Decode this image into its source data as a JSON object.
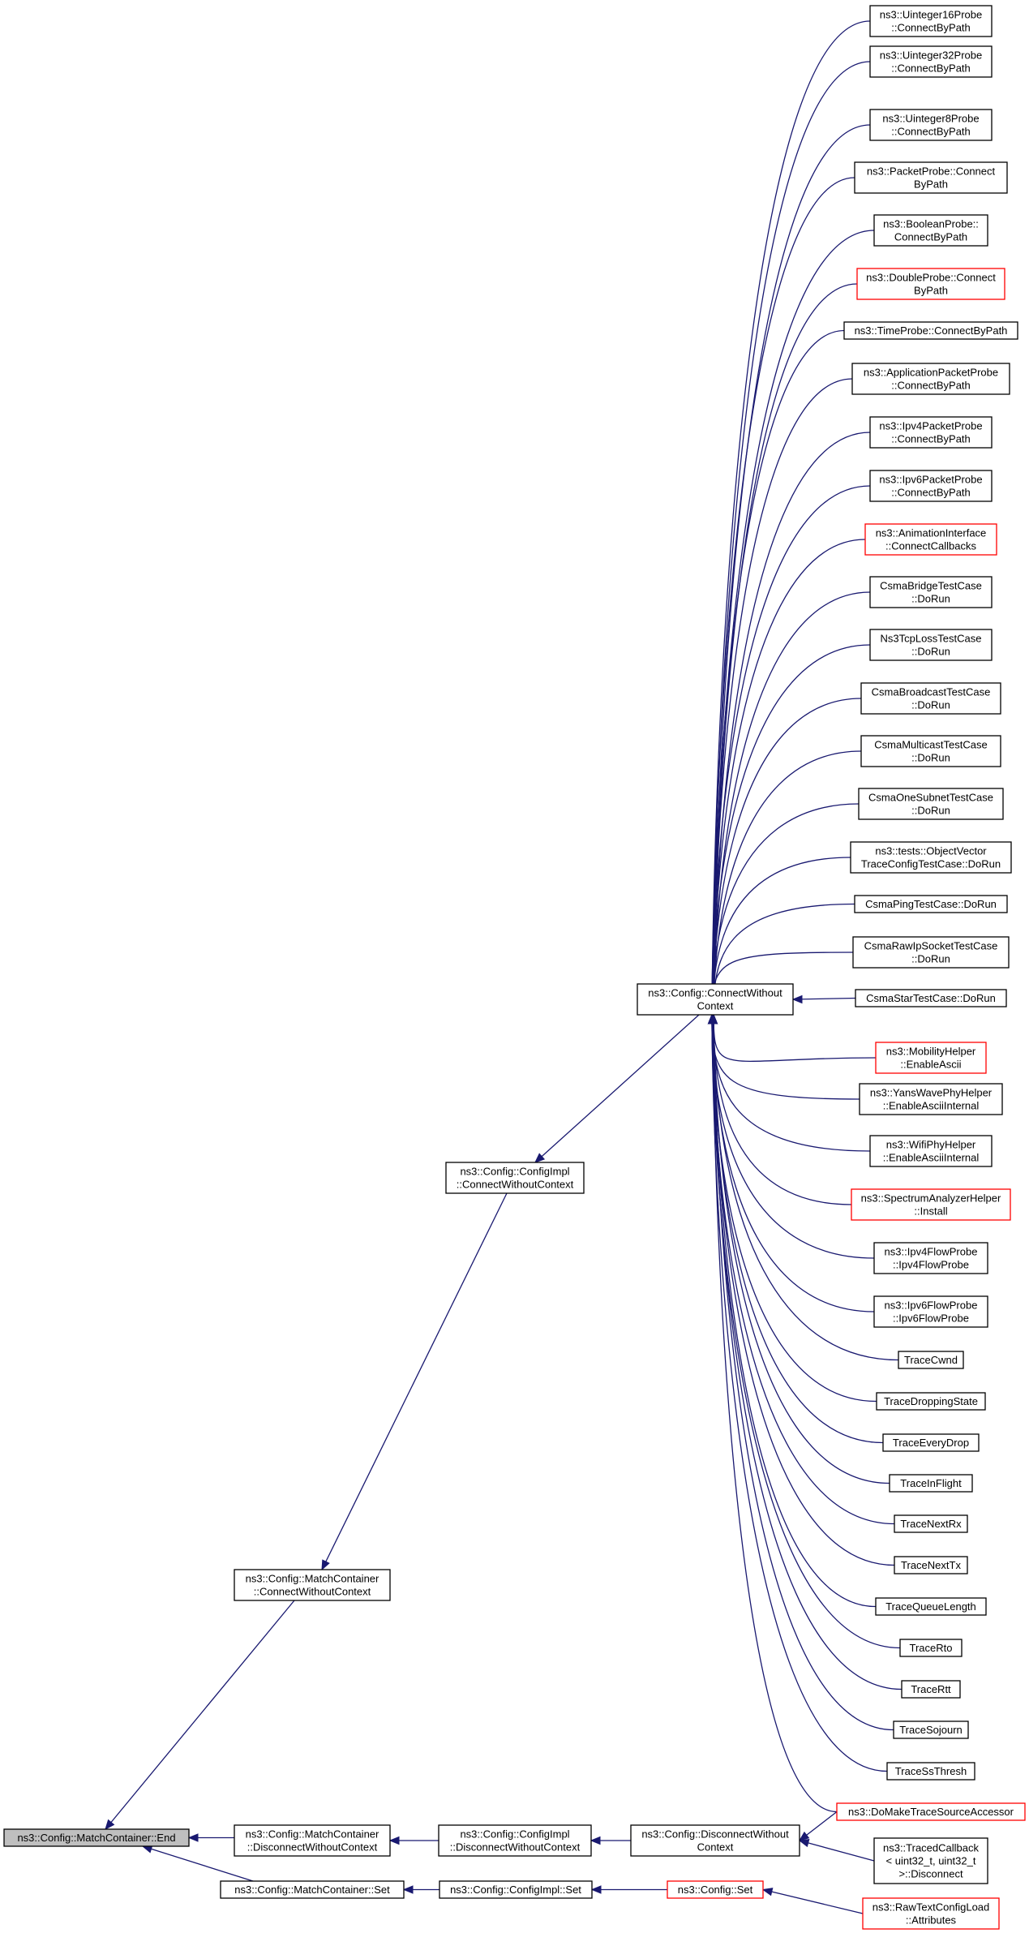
{
  "colors": {
    "edge": "#191970",
    "border": "#000000",
    "border_red": "#ff0000",
    "root_fill": "#bfbfbf",
    "background": "#ffffff"
  },
  "nodes": [
    {
      "id": "end",
      "lines": [
        "ns3::Config::MatchContainer::End"
      ],
      "style": "gray"
    },
    {
      "id": "mc_cwc",
      "lines": [
        "ns3::Config::MatchContainer",
        "::ConnectWithoutContext"
      ],
      "style": "normal"
    },
    {
      "id": "mc_dwc",
      "lines": [
        "ns3::Config::MatchContainer",
        "::DisconnectWithoutContext"
      ],
      "style": "normal"
    },
    {
      "id": "mc_set",
      "lines": [
        "ns3::Config::MatchContainer::Set"
      ],
      "style": "normal"
    },
    {
      "id": "ci_cwc",
      "lines": [
        "ns3::Config::ConfigImpl",
        "::ConnectWithoutContext"
      ],
      "style": "normal"
    },
    {
      "id": "ci_dwc",
      "lines": [
        "ns3::Config::ConfigImpl",
        "::DisconnectWithoutContext"
      ],
      "style": "normal"
    },
    {
      "id": "ci_set",
      "lines": [
        "ns3::Config::ConfigImpl::Set"
      ],
      "style": "normal"
    },
    {
      "id": "c_cwc",
      "lines": [
        "ns3::Config::ConnectWithout",
        "Context"
      ],
      "style": "normal"
    },
    {
      "id": "c_dwc",
      "lines": [
        "ns3::Config::DisconnectWithout",
        "Context"
      ],
      "style": "normal"
    },
    {
      "id": "c_set",
      "lines": [
        "ns3::Config::Set"
      ],
      "style": "red"
    },
    {
      "id": "r01",
      "lines": [
        "ns3::Uinteger16Probe",
        "::ConnectByPath"
      ],
      "style": "normal"
    },
    {
      "id": "r02",
      "lines": [
        "ns3::Uinteger32Probe",
        "::ConnectByPath"
      ],
      "style": "normal"
    },
    {
      "id": "r03",
      "lines": [
        "ns3::Uinteger8Probe",
        "::ConnectByPath"
      ],
      "style": "normal"
    },
    {
      "id": "r04",
      "lines": [
        "ns3::PacketProbe::Connect",
        "ByPath"
      ],
      "style": "normal"
    },
    {
      "id": "r05",
      "lines": [
        "ns3::BooleanProbe::",
        "ConnectByPath"
      ],
      "style": "normal"
    },
    {
      "id": "r06",
      "lines": [
        "ns3::DoubleProbe::Connect",
        "ByPath"
      ],
      "style": "red"
    },
    {
      "id": "r07",
      "lines": [
        "ns3::TimeProbe::ConnectByPath"
      ],
      "style": "normal"
    },
    {
      "id": "r08",
      "lines": [
        "ns3::ApplicationPacketProbe",
        "::ConnectByPath"
      ],
      "style": "normal"
    },
    {
      "id": "r09",
      "lines": [
        "ns3::Ipv4PacketProbe",
        "::ConnectByPath"
      ],
      "style": "normal"
    },
    {
      "id": "r10",
      "lines": [
        "ns3::Ipv6PacketProbe",
        "::ConnectByPath"
      ],
      "style": "normal"
    },
    {
      "id": "r11",
      "lines": [
        "ns3::AnimationInterface",
        "::ConnectCallbacks"
      ],
      "style": "red"
    },
    {
      "id": "r12",
      "lines": [
        "CsmaBridgeTestCase",
        "::DoRun"
      ],
      "style": "normal"
    },
    {
      "id": "r13",
      "lines": [
        "Ns3TcpLossTestCase",
        "::DoRun"
      ],
      "style": "normal"
    },
    {
      "id": "r14",
      "lines": [
        "CsmaBroadcastTestCase",
        "::DoRun"
      ],
      "style": "normal"
    },
    {
      "id": "r15",
      "lines": [
        "CsmaMulticastTestCase",
        "::DoRun"
      ],
      "style": "normal"
    },
    {
      "id": "r16",
      "lines": [
        "CsmaOneSubnetTestCase",
        "::DoRun"
      ],
      "style": "normal"
    },
    {
      "id": "r17",
      "lines": [
        "ns3::tests::ObjectVector",
        "TraceConfigTestCase::DoRun"
      ],
      "style": "normal"
    },
    {
      "id": "r18",
      "lines": [
        "CsmaPingTestCase::DoRun"
      ],
      "style": "normal"
    },
    {
      "id": "r19",
      "lines": [
        "CsmaRawIpSocketTestCase",
        "::DoRun"
      ],
      "style": "normal"
    },
    {
      "id": "r20",
      "lines": [
        "CsmaStarTestCase::DoRun"
      ],
      "style": "normal"
    },
    {
      "id": "r21",
      "lines": [
        "ns3::MobilityHelper",
        "::EnableAscii"
      ],
      "style": "red"
    },
    {
      "id": "r22",
      "lines": [
        "ns3::YansWavePhyHelper",
        "::EnableAsciiInternal"
      ],
      "style": "normal"
    },
    {
      "id": "r23",
      "lines": [
        "ns3::WifiPhyHelper",
        "::EnableAsciiInternal"
      ],
      "style": "normal"
    },
    {
      "id": "r24",
      "lines": [
        "ns3::SpectrumAnalyzerHelper",
        "::Install"
      ],
      "style": "red"
    },
    {
      "id": "r25",
      "lines": [
        "ns3::Ipv4FlowProbe",
        "::Ipv4FlowProbe"
      ],
      "style": "normal"
    },
    {
      "id": "r26",
      "lines": [
        "ns3::Ipv6FlowProbe",
        "::Ipv6FlowProbe"
      ],
      "style": "normal"
    },
    {
      "id": "r27",
      "lines": [
        "TraceCwnd"
      ],
      "style": "normal"
    },
    {
      "id": "r28",
      "lines": [
        "TraceDroppingState"
      ],
      "style": "normal"
    },
    {
      "id": "r29",
      "lines": [
        "TraceEveryDrop"
      ],
      "style": "normal"
    },
    {
      "id": "r30",
      "lines": [
        "TraceInFlight"
      ],
      "style": "normal"
    },
    {
      "id": "r31",
      "lines": [
        "TraceNextRx"
      ],
      "style": "normal"
    },
    {
      "id": "r32",
      "lines": [
        "TraceNextTx"
      ],
      "style": "normal"
    },
    {
      "id": "r33",
      "lines": [
        "TraceQueueLength"
      ],
      "style": "normal"
    },
    {
      "id": "r34",
      "lines": [
        "TraceRto"
      ],
      "style": "normal"
    },
    {
      "id": "r35",
      "lines": [
        "TraceRtt"
      ],
      "style": "normal"
    },
    {
      "id": "r36",
      "lines": [
        "TraceSojourn"
      ],
      "style": "normal"
    },
    {
      "id": "r37",
      "lines": [
        "TraceSsThresh"
      ],
      "style": "normal"
    },
    {
      "id": "d01",
      "lines": [
        "ns3::DoMakeTraceSourceAccessor"
      ],
      "style": "red"
    },
    {
      "id": "d02",
      "lines": [
        "ns3::TracedCallback",
        "< uint32_t, uint32_t",
        " >::Disconnect"
      ],
      "style": "normal"
    },
    {
      "id": "s01",
      "lines": [
        "ns3::RawTextConfigLoad",
        "::Attributes"
      ],
      "style": "red"
    }
  ],
  "edges": [
    {
      "from": "mc_cwc",
      "to": "end"
    },
    {
      "from": "mc_dwc",
      "to": "end"
    },
    {
      "from": "mc_set",
      "to": "end"
    },
    {
      "from": "ci_cwc",
      "to": "mc_cwc"
    },
    {
      "from": "ci_dwc",
      "to": "mc_dwc"
    },
    {
      "from": "ci_set",
      "to": "mc_set"
    },
    {
      "from": "c_cwc",
      "to": "ci_cwc"
    },
    {
      "from": "c_dwc",
      "to": "ci_dwc"
    },
    {
      "from": "c_set",
      "to": "ci_set"
    },
    {
      "from": "r01",
      "to": "c_cwc"
    },
    {
      "from": "r02",
      "to": "c_cwc"
    },
    {
      "from": "r03",
      "to": "c_cwc"
    },
    {
      "from": "r04",
      "to": "c_cwc"
    },
    {
      "from": "r05",
      "to": "c_cwc"
    },
    {
      "from": "r06",
      "to": "c_cwc"
    },
    {
      "from": "r07",
      "to": "c_cwc"
    },
    {
      "from": "r08",
      "to": "c_cwc"
    },
    {
      "from": "r09",
      "to": "c_cwc"
    },
    {
      "from": "r10",
      "to": "c_cwc"
    },
    {
      "from": "r11",
      "to": "c_cwc"
    },
    {
      "from": "r12",
      "to": "c_cwc"
    },
    {
      "from": "r13",
      "to": "c_cwc"
    },
    {
      "from": "r14",
      "to": "c_cwc"
    },
    {
      "from": "r15",
      "to": "c_cwc"
    },
    {
      "from": "r16",
      "to": "c_cwc"
    },
    {
      "from": "r17",
      "to": "c_cwc"
    },
    {
      "from": "r18",
      "to": "c_cwc"
    },
    {
      "from": "r19",
      "to": "c_cwc"
    },
    {
      "from": "r20",
      "to": "c_cwc"
    },
    {
      "from": "r21",
      "to": "c_cwc"
    },
    {
      "from": "r22",
      "to": "c_cwc"
    },
    {
      "from": "r23",
      "to": "c_cwc"
    },
    {
      "from": "r24",
      "to": "c_cwc"
    },
    {
      "from": "r25",
      "to": "c_cwc"
    },
    {
      "from": "r26",
      "to": "c_cwc"
    },
    {
      "from": "r27",
      "to": "c_cwc"
    },
    {
      "from": "r28",
      "to": "c_cwc"
    },
    {
      "from": "r29",
      "to": "c_cwc"
    },
    {
      "from": "r30",
      "to": "c_cwc"
    },
    {
      "from": "r31",
      "to": "c_cwc"
    },
    {
      "from": "r32",
      "to": "c_cwc"
    },
    {
      "from": "r33",
      "to": "c_cwc"
    },
    {
      "from": "r34",
      "to": "c_cwc"
    },
    {
      "from": "r35",
      "to": "c_cwc"
    },
    {
      "from": "r36",
      "to": "c_cwc"
    },
    {
      "from": "r37",
      "to": "c_cwc"
    },
    {
      "from": "d01",
      "to": "c_cwc"
    },
    {
      "from": "d01",
      "to": "c_dwc"
    },
    {
      "from": "d02",
      "to": "c_dwc"
    },
    {
      "from": "s01",
      "to": "c_set"
    }
  ]
}
